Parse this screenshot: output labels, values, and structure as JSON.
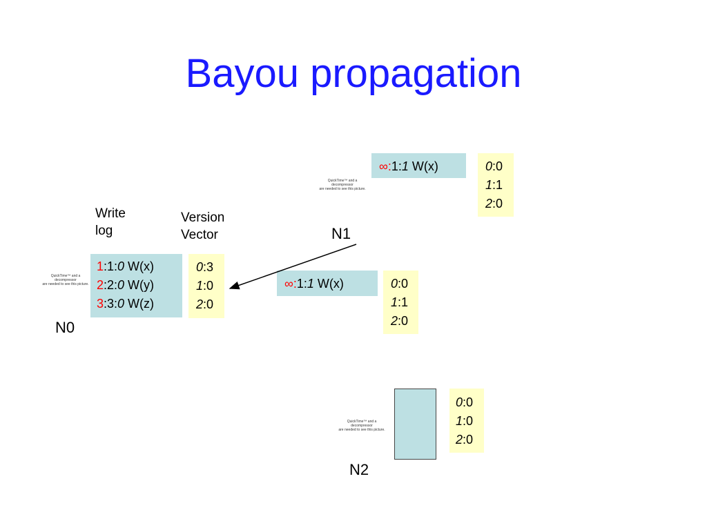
{
  "title": "Bayou propagation",
  "colors": {
    "title": "#1a1aff",
    "log_bg": "#bde0e3",
    "vv_bg": "#ffffc8",
    "highlight": "#ff0000"
  },
  "headers": {
    "write_log": [
      "Write",
      "log"
    ],
    "version_vector": [
      "Version",
      "Vector"
    ]
  },
  "placeholder_text": [
    "QuickTime™ and a",
    "decompressor",
    "are needed to see this picture."
  ],
  "nodes": {
    "n0": {
      "label": "N0",
      "log": [
        {
          "a": "1",
          "sep1": ":1:",
          "b": "0",
          "op": " W(x)"
        },
        {
          "a": "2",
          "sep1": ":2:",
          "b": "0",
          "op": " W(y)"
        },
        {
          "a": "3",
          "sep1": ":3:",
          "b": "0",
          "op": " W(z)"
        }
      ],
      "vv": [
        {
          "k": "0",
          "v": ":3"
        },
        {
          "k": "1",
          "v": ":0"
        },
        {
          "k": "2",
          "v": ":0"
        }
      ]
    },
    "n1": {
      "label": "N1",
      "log": [
        {
          "a": "∞",
          "sep1": ":1:",
          "b": "1",
          "op": " W(x)"
        }
      ],
      "vv": [
        {
          "k": "0",
          "v": ":0"
        },
        {
          "k": "1",
          "v": ":1"
        },
        {
          "k": "2",
          "v": ":0"
        }
      ]
    },
    "n1_sent": {
      "log": [
        {
          "a": "∞",
          "sep1": ":1:",
          "b": "1",
          "op": " W(x)"
        }
      ],
      "vv": [
        {
          "k": "0",
          "v": ":0"
        },
        {
          "k": "1",
          "v": ":1"
        },
        {
          "k": "2",
          "v": ":0"
        }
      ]
    },
    "n2": {
      "label": "N2",
      "vv": [
        {
          "k": "0",
          "v": ":0"
        },
        {
          "k": "1",
          "v": ":0"
        },
        {
          "k": "2",
          "v": ":0"
        }
      ]
    }
  }
}
